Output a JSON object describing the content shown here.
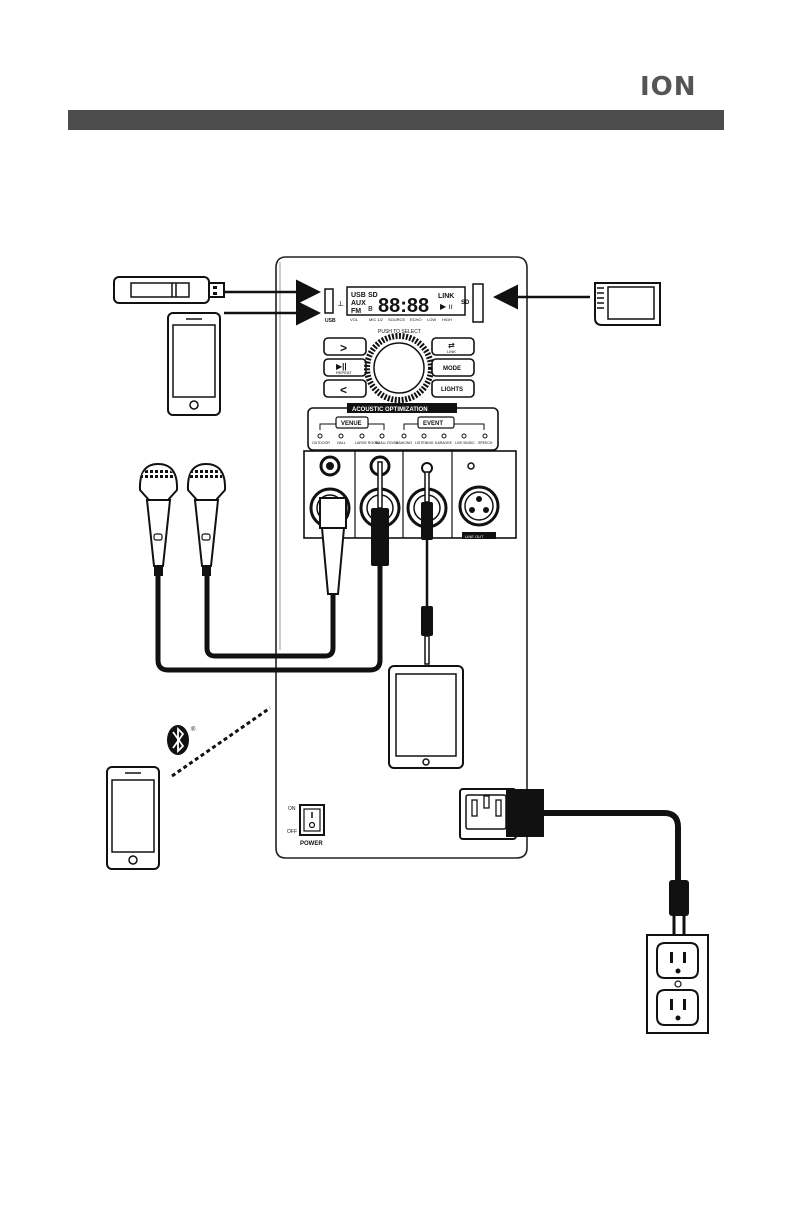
{
  "brand": {
    "logo": "ION"
  },
  "display": {
    "sources": [
      "USB",
      "AUX",
      "FM"
    ],
    "sd": "SD",
    "link": "LINK",
    "sd_slot": "SD",
    "digits": "88:88",
    "bottom_labels": [
      "VOL",
      "MIC 1/2",
      "SOURCE",
      "ECHO",
      "LOW",
      "HIGH"
    ],
    "usb_label": "USB"
  },
  "controls": {
    "knob_label": "PUSH TO SELECT",
    "next": ">",
    "play": "▶||",
    "play_sub": "REPEAT",
    "prev": "<",
    "link_sub": "LINK",
    "mode": "MODE",
    "lights": "LIGHTS"
  },
  "acoustic": {
    "title": "ACOUSTIC OPTIMIZATION",
    "venue": "VENUE",
    "event": "EVENT",
    "venue_items": [
      "OUTDOOR",
      "HALL",
      "LARGE ROOM",
      "SMALL ROOM"
    ],
    "event_items": [
      "DANCING",
      "LISTENING",
      "KARAOKE",
      "LIVE MUSIC",
      "SPEECH"
    ]
  },
  "panel": {
    "line_out": "LINE OUT",
    "power_on": "ON",
    "power_off": "OFF",
    "power": "POWER"
  }
}
